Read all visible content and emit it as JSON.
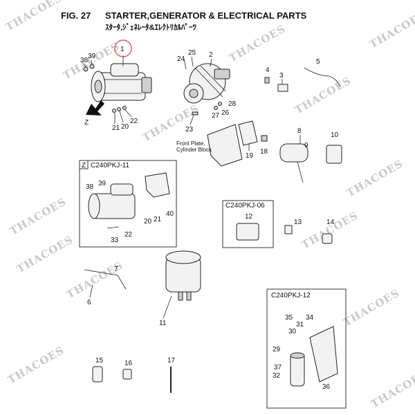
{
  "header": {
    "fig_label": "FIG. 27",
    "title": "STARTER,GENERATOR & ELECTRICAL PARTS",
    "subtitle": "ｽﾀｰﾀ,ｼﾞｪﾈﾚｰﾀ&ｴﾚｸﾄﾘｶﾙﾊﾟｰﾂ"
  },
  "watermark": "THACOES",
  "labels": {
    "front_plate": "Front Plate,",
    "cylinder_block": "Cylinder Block",
    "z_arrow": "Z",
    "z_box": "Z"
  },
  "insets": {
    "c11": "C240PKJ-11",
    "c06": "C240PKJ-06",
    "c12": "C240PKJ-12"
  },
  "callouts": {
    "p1": "1",
    "p2": "2",
    "p3": "3",
    "p4": "4",
    "p5": "5",
    "p6": "6",
    "p7": "7",
    "p8": "8",
    "p9": "9",
    "p10": "10",
    "p11": "11",
    "p12": "12",
    "p13": "13",
    "p14": "14",
    "p15": "15",
    "p16": "16",
    "p17": "17",
    "p18": "18",
    "p19": "19",
    "p20": "20",
    "p21": "21",
    "p22": "22",
    "p23": "23",
    "p24": "24",
    "p25": "25",
    "p26": "26",
    "p27": "27",
    "p28": "28",
    "p29": "29",
    "p30": "30",
    "p31": "31",
    "p32": "32",
    "p33": "33",
    "p34": "34",
    "p35": "35",
    "p36": "36",
    "p37": "37",
    "p38": "38",
    "p39": "39",
    "p40": "40",
    "i_p20": "20",
    "i_p21": "21",
    "i_p22": "22",
    "i_p33": "33",
    "i_p38": "38",
    "i_p39": "39",
    "i_p40": "40"
  },
  "highlight_color": "#e06060"
}
